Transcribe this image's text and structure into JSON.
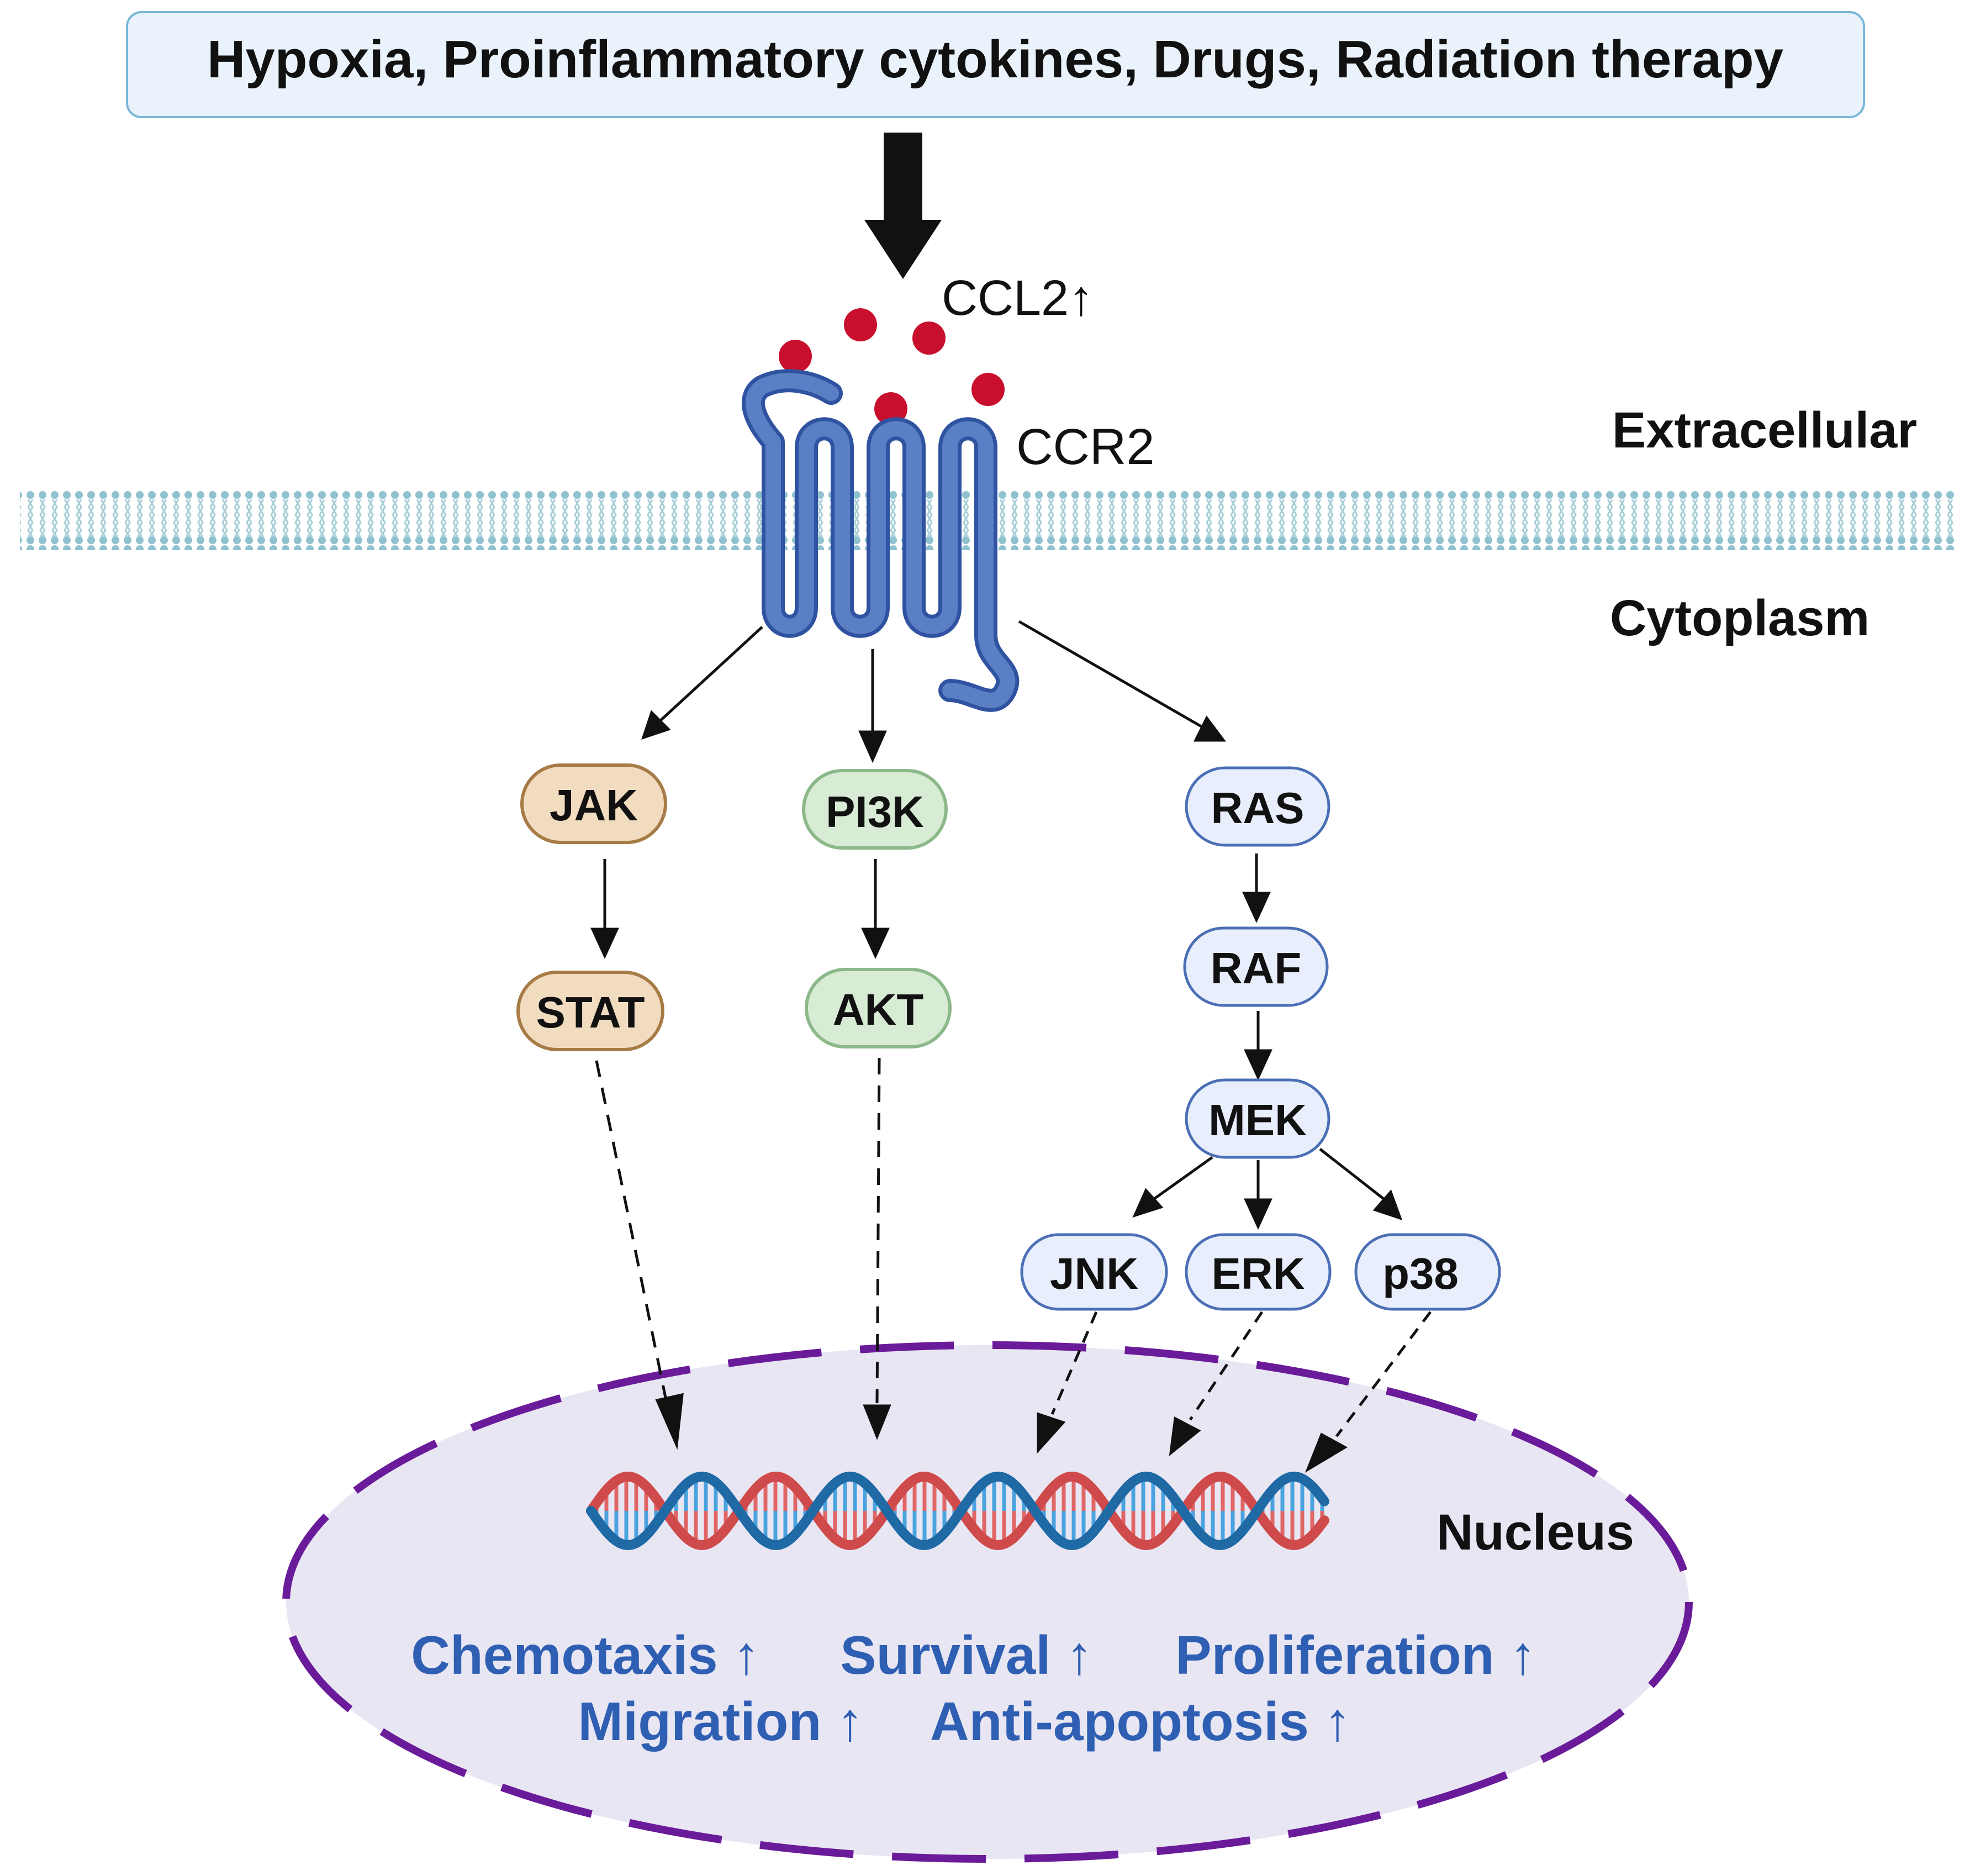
{
  "stimulus": "Hypoxia, Proinflammatory cytokines, Drugs, Radiation therapy",
  "ligand": "CCL2↑",
  "receptor": "CCR2",
  "regions": {
    "extracellular": "Extracellular",
    "cytoplasm": "Cytoplasm",
    "nucleus": "Nucleus"
  },
  "pathways": {
    "jak_stat": [
      "JAK",
      "STAT"
    ],
    "pi3k_akt": [
      "PI3K",
      "AKT"
    ],
    "mapk": [
      "RAS",
      "RAF",
      "MEK"
    ],
    "mapk_effectors": [
      "JNK",
      "ERK",
      "p38"
    ]
  },
  "outcomes": {
    "line1": [
      "Chemotaxis ↑",
      "Survival ↑",
      "Proliferation ↑"
    ],
    "line2": [
      "Migration ↑",
      "Anti-apoptosis ↑"
    ]
  },
  "colors": {
    "jak_fill": "#f2dcc0",
    "jak_stroke": "#a77b45",
    "pi3k_fill": "#d8ecd5",
    "pi3k_stroke": "#8cb88a",
    "mapk_fill": "#e8eefb",
    "mapk_stroke": "#4a6fb5",
    "receptor": "#5b7fc4",
    "ligand": "#c8102e",
    "membrane": "#a8cfd8",
    "nucleus_fill": "#e9e6f4",
    "nucleus_border": "#6a1b9a",
    "outcome_text": "#2f5fb3",
    "dna_blue": "#1f6aa5",
    "dna_red": "#cf4a4a"
  }
}
